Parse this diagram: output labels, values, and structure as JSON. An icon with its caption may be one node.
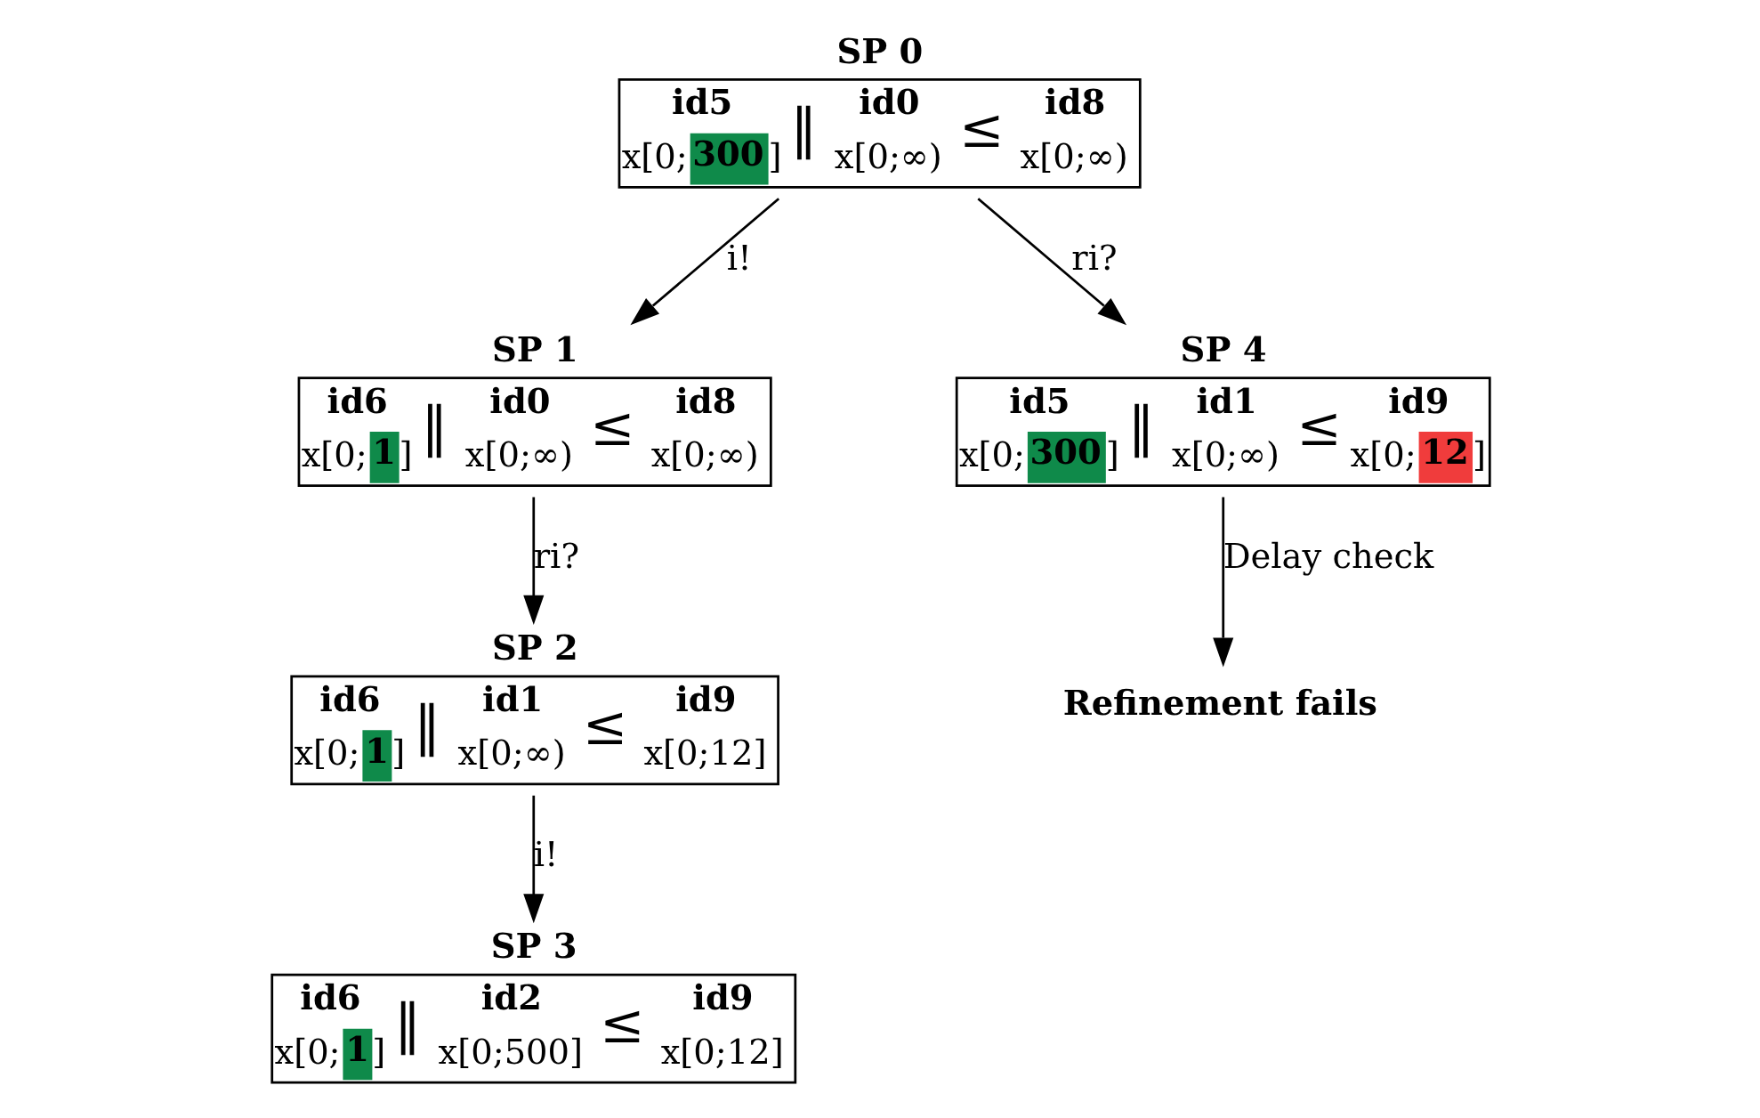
{
  "diagram": {
    "nodes": [
      {
        "text": [
          "SP 0",
          "id5",
          "x[0;300]",
          "‖",
          "id0",
          "x[0;∞)",
          "≤",
          "id8",
          "x[0;∞)"
        ]
      },
      {
        "text": [
          "SP 1",
          "id6",
          "x[0;1]",
          "‖",
          "id0",
          "x[0;∞)",
          "≤",
          "id8",
          "x[0;∞)"
        ]
      },
      {
        "text": [
          "SP 2",
          "id6",
          "x[0;1]",
          "‖",
          "id1",
          "x[0;∞)",
          "≤",
          "id9",
          "x[0;12]"
        ]
      },
      {
        "text": [
          "SP 3",
          "id6",
          "x[0;1]",
          "‖",
          "id2",
          "x[0;500]",
          "≤",
          "id9",
          "x[0;12]"
        ]
      },
      {
        "text": [
          "SP 4",
          "id5",
          "x[0;300]",
          "‖",
          "id1",
          "x[0;∞)",
          "≤",
          "id9",
          "x[0;12]"
        ]
      },
      {
        "text": [
          "Refinement fails"
        ]
      }
    ],
    "edges": [
      {
        "from": 0,
        "to": 1,
        "arrow": "to",
        "label": "i!"
      },
      {
        "from": 0,
        "to": 4,
        "arrow": "to",
        "label": "ri?"
      },
      {
        "from": 1,
        "to": 2,
        "arrow": "to",
        "label": "ri?"
      },
      {
        "from": 2,
        "to": 3,
        "arrow": "to",
        "label": "i!"
      },
      {
        "from": 4,
        "to": 5,
        "arrow": "to",
        "label": "Delay check"
      }
    ]
  }
}
